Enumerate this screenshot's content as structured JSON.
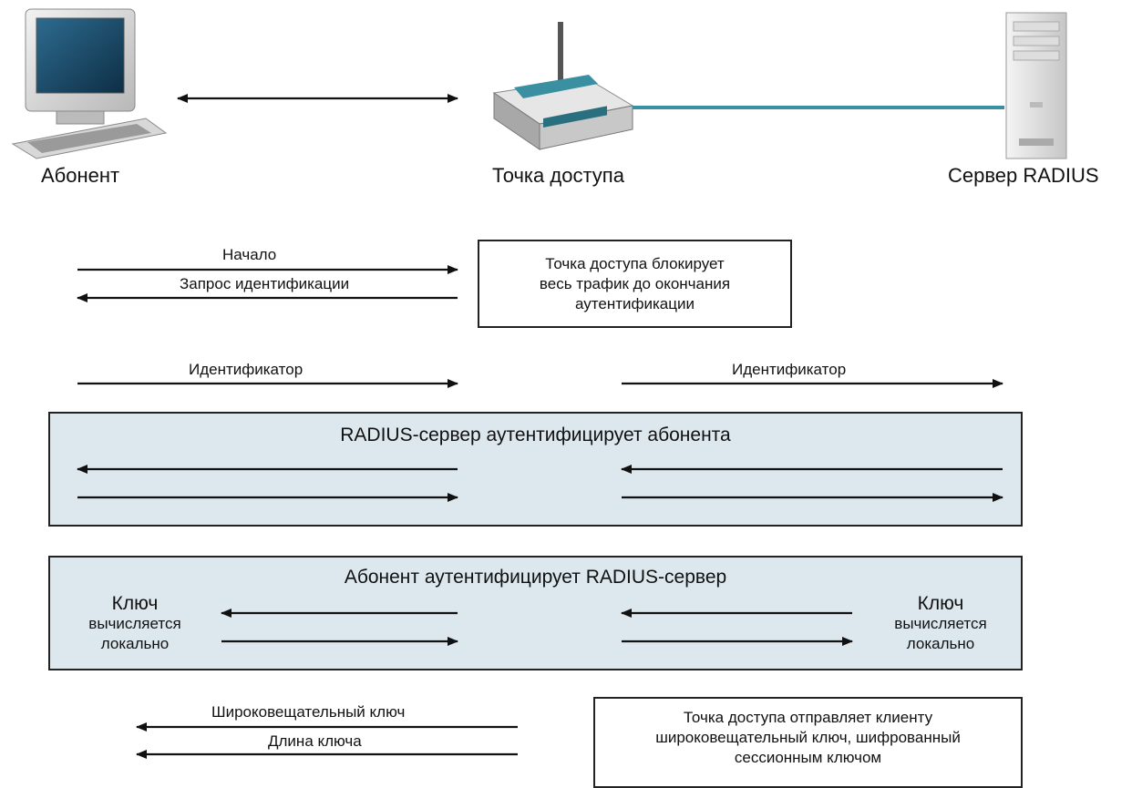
{
  "devices": {
    "subscriber": "Абонент",
    "access_point": "Точка доступа",
    "radius_server": "Сервер RADIUS"
  },
  "phase1": {
    "start": "Начало",
    "id_request": "Запрос идентификации",
    "note": "Точка доступа блокирует\nвесь трафик до окончания\nаутентификации"
  },
  "phase2": {
    "identifier_left": "Идентификатор",
    "identifier_right": "Идентификатор"
  },
  "phase3": {
    "title": "RADIUS-сервер аутентифицирует абонента"
  },
  "phase4": {
    "title": "Абонент аутентифицирует RADIUS-сервер",
    "left_key": "Ключ",
    "left_key_sub": "вычисляется\nлокально",
    "right_key": "Ключ",
    "right_key_sub": "вычисляется\nлокально"
  },
  "phase5": {
    "broadcast_key": "Широковещательный ключ",
    "key_length": "Длина ключа",
    "note": "Точка доступа отправляет клиенту\nшироковещательный ключ, шифрованный\nсессионным ключом"
  },
  "colors": {
    "band_fill": "#dde8ee",
    "link_line": "#3a8fa0",
    "arrow": "#111111"
  },
  "icons": [
    "computer-icon",
    "wireless-router-icon",
    "server-tower-icon"
  ]
}
